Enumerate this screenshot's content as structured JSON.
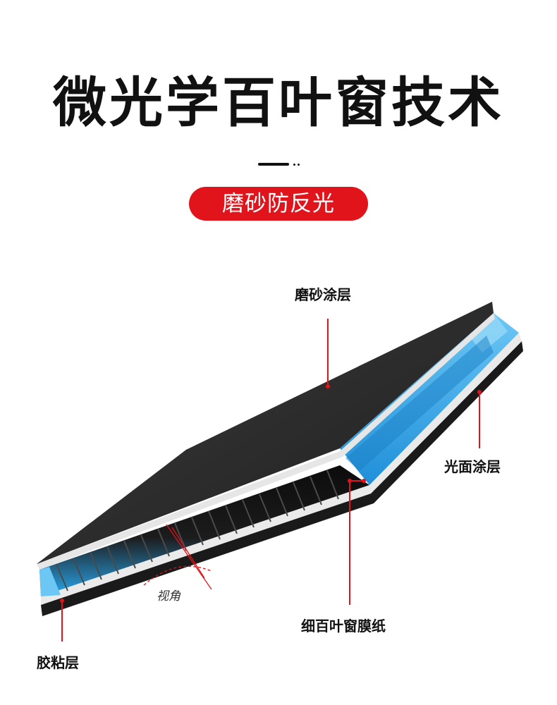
{
  "header": {
    "title": "微光学百叶窗技术",
    "subtitle": "磨砂防反光"
  },
  "diagram": {
    "labels": {
      "matte_coating": "磨砂涂层",
      "gloss_coating": "光面涂层",
      "louver_film": "细百叶窗膜纸",
      "adhesive_layer": "胶粘层",
      "view_angle": "视角"
    }
  },
  "colors": {
    "accent": "#e1141b",
    "matte_top": "#2b2b2b",
    "louver_blue": "#29a8ee",
    "title": "#111111"
  }
}
